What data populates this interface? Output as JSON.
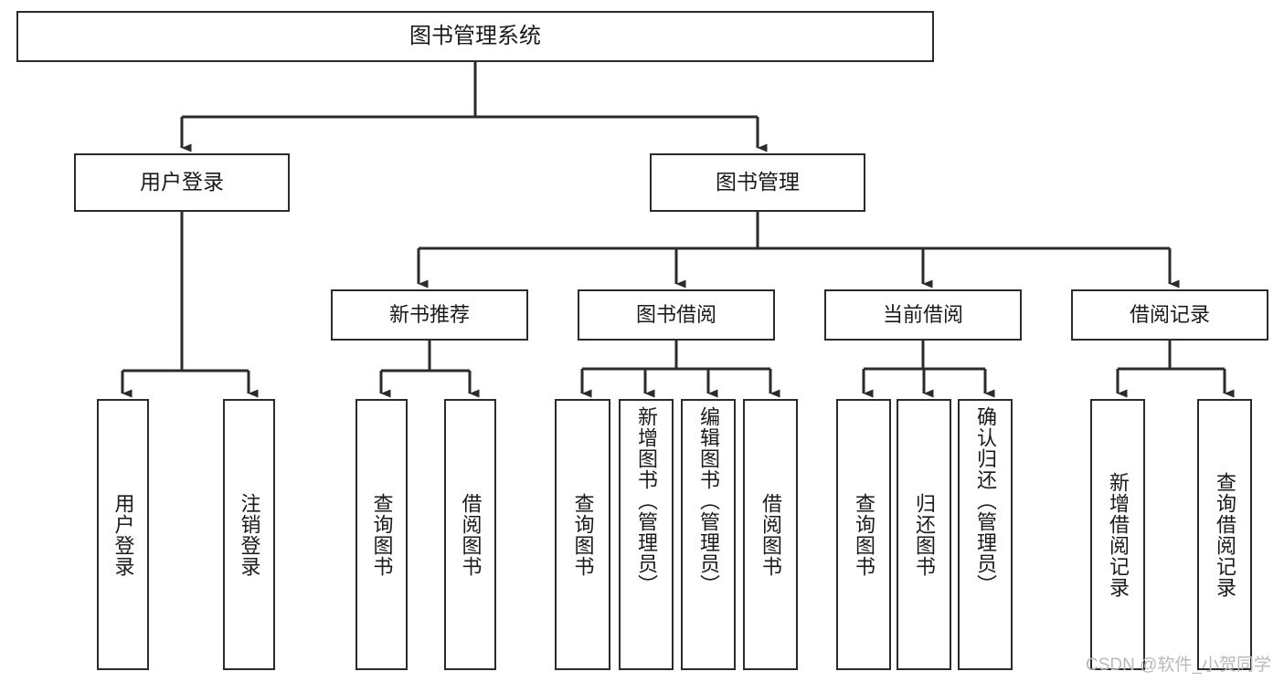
{
  "diagram": {
    "title": "图书管理系统",
    "type": "hierarchy-tree",
    "root": {
      "label": "图书管理系统"
    },
    "level1": [
      {
        "label": "用户登录"
      },
      {
        "label": "图书管理"
      }
    ],
    "level2": [
      {
        "label": "新书推荐"
      },
      {
        "label": "图书借阅"
      },
      {
        "label": "当前借阅"
      },
      {
        "label": "借阅记录"
      }
    ],
    "leaves": {
      "user_login": [
        {
          "label": "用户登录"
        },
        {
          "label": "注销登录"
        }
      ],
      "new_book_recommend": [
        {
          "label": "查询图书"
        },
        {
          "label": "借阅图书"
        }
      ],
      "book_borrow": [
        {
          "label": "查询图书"
        },
        {
          "label": "新增图书（管理员）"
        },
        {
          "label": "编辑图书（管理员）"
        },
        {
          "label": "借阅图书"
        }
      ],
      "current_borrow": [
        {
          "label": "查询图书"
        },
        {
          "label": "归还图书"
        },
        {
          "label": "确认归还（管理员）"
        }
      ],
      "borrow_record": [
        {
          "label": "新增借阅记录"
        },
        {
          "label": "查询借阅记录"
        }
      ]
    }
  },
  "watermark": {
    "text": "CSDN @软件_小贺同学"
  },
  "colors": {
    "stroke": "#2b2b2b",
    "background": "#ffffff",
    "text": "#1a1a1a",
    "watermark": "#b9b9b9"
  }
}
